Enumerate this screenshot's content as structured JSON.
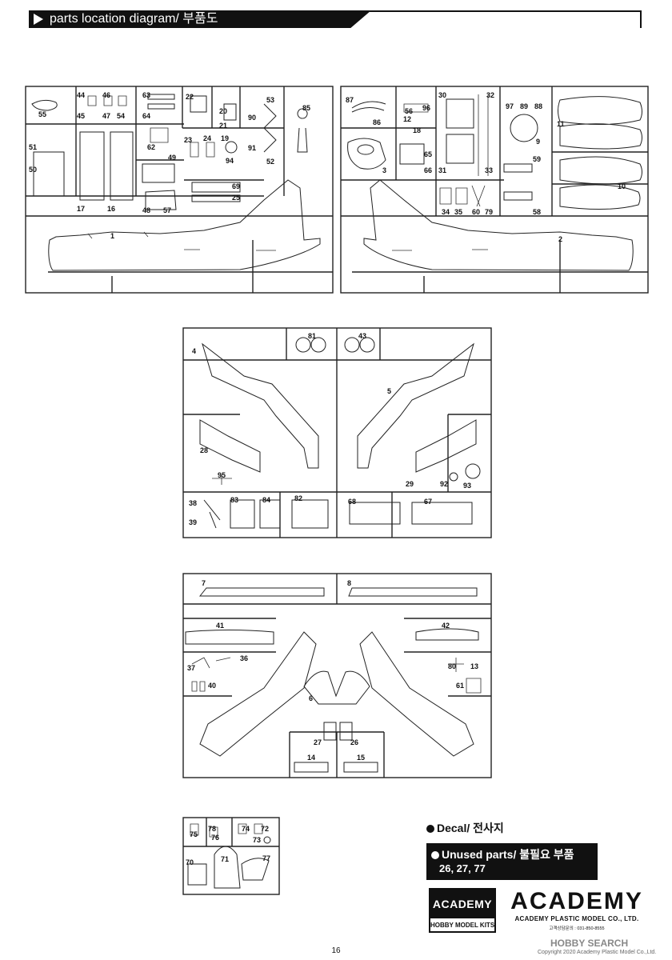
{
  "header": {
    "title": "parts location diagram/ 부품도"
  },
  "sprues": {
    "A": {
      "labels": [
        "55",
        "44",
        "45",
        "46",
        "47",
        "54",
        "63",
        "64",
        "22",
        "20",
        "21",
        "53",
        "90",
        "85",
        "51",
        "62",
        "23",
        "24",
        "19",
        "94",
        "91",
        "52",
        "50",
        "49",
        "69",
        "25",
        "17",
        "16",
        "48",
        "57",
        "1"
      ]
    },
    "B": {
      "labels": [
        "87",
        "86",
        "56",
        "96",
        "12",
        "18",
        "30",
        "32",
        "97",
        "89",
        "88",
        "11",
        "65",
        "9",
        "3",
        "66",
        "31",
        "33",
        "59",
        "10",
        "34",
        "35",
        "60",
        "79",
        "58",
        "2"
      ]
    },
    "C": {
      "labels": [
        "81",
        "43",
        "4",
        "5",
        "28",
        "95",
        "29",
        "92",
        "93",
        "38",
        "39",
        "83",
        "84",
        "82",
        "68",
        "67"
      ]
    },
    "D": {
      "labels": [
        "7",
        "8",
        "41",
        "42",
        "37",
        "36",
        "80",
        "13",
        "40",
        "61",
        "6",
        "27",
        "26",
        "14",
        "15"
      ]
    },
    "E": {
      "labels": [
        "75",
        "78",
        "76",
        "74",
        "72",
        "73",
        "70",
        "71",
        "77"
      ]
    }
  },
  "legend": {
    "decal": "Decal/ 전사지",
    "unused_title": "Unused parts/ 불필요 부품",
    "unused_parts": "26, 27, 77"
  },
  "branding": {
    "box_top": "ACADEMY",
    "box_bottom": "HOBBY MODEL KITS",
    "wordmark": "ACADEMY",
    "company": "ACADEMY PLASTIC MODEL CO., LTD.",
    "contact": "고객상담문의 : 031-850-8555"
  },
  "footer": {
    "page_number": "16",
    "watermark": "HOBBY SEARCH",
    "copyright": "Copyright 2020 Academy Plastic Model Co.,Ltd."
  }
}
